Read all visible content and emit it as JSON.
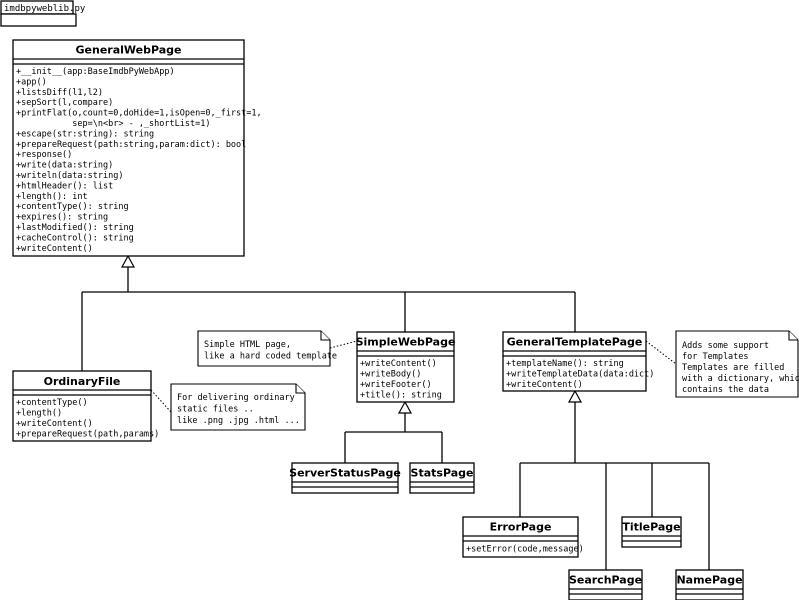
{
  "package": {
    "label": "imdbpyweblib.py"
  },
  "classes": [
    {
      "id": "GeneralWebPage",
      "name": "GeneralWebPage",
      "methods": [
        "+__init__(app:BaseImdbPyWebApp)",
        "+app()",
        "+listsDiff(l1,l2)",
        "+sepSort(l,compare)",
        "+printFlat(o,count=0,doHide=1,isOpen=0,_first=1,",
        "           sep=\\n<br> - ,_shortList=1)",
        "+escape(str:string): string",
        "+prepareRequest(path:string,param:dict): bool",
        "+response()",
        "+write(data:string)",
        "+writeln(data:string)",
        "+htmlHeader(): list",
        "+length(): int",
        "+contentType(): string",
        "+expires(): string",
        "+lastModified(): string",
        "+cacheControl(): string",
        "+writeContent()"
      ]
    },
    {
      "id": "OrdinaryFile",
      "name": "OrdinaryFile",
      "methods": [
        "+contentType()",
        "+length()",
        "+writeContent()",
        "+prepareRequest(path,params)"
      ]
    },
    {
      "id": "SimpleWebPage",
      "name": "SimpleWebPage",
      "methods": [
        "+writeContent()",
        "+writeBody()",
        "+writeFooter()",
        "+title(): string"
      ]
    },
    {
      "id": "GeneralTemplatePage",
      "name": "GeneralTemplatePage",
      "methods": [
        "+templateName(): string",
        "+writeTemplateData(data:dict)",
        "+writeContent()"
      ]
    },
    {
      "id": "ServerStatusPage",
      "name": "ServerStatusPage",
      "methods": []
    },
    {
      "id": "StatsPage",
      "name": "StatsPage",
      "methods": []
    },
    {
      "id": "ErrorPage",
      "name": "ErrorPage",
      "methods": [
        "+setError(code,message)"
      ]
    },
    {
      "id": "TitlePage",
      "name": "TitlePage",
      "methods": []
    },
    {
      "id": "SearchPage",
      "name": "SearchPage",
      "methods": []
    },
    {
      "id": "NamePage",
      "name": "NamePage",
      "methods": []
    }
  ],
  "notes": [
    {
      "id": "note-simple",
      "attached_to": "SimpleWebPage",
      "lines": [
        "Simple HTML page,",
        "like a hard coded template"
      ]
    },
    {
      "id": "note-ordinary",
      "attached_to": "OrdinaryFile",
      "lines": [
        "For delivering ordinary",
        "static files ..",
        "like .png .jpg .html ..."
      ]
    },
    {
      "id": "note-template",
      "attached_to": "GeneralTemplatePage",
      "lines": [
        "Adds some support",
        "for Templates",
        "Templates are filled",
        "with a dictionary, which",
        "contains the data"
      ]
    }
  ],
  "inheritance": [
    {
      "parent": "GeneralWebPage",
      "children": [
        "OrdinaryFile",
        "SimpleWebPage",
        "GeneralTemplatePage"
      ]
    },
    {
      "parent": "SimpleWebPage",
      "children": [
        "ServerStatusPage",
        "StatsPage"
      ]
    },
    {
      "parent": "GeneralTemplatePage",
      "children": [
        "ErrorPage",
        "SearchPage",
        "TitlePage",
        "NamePage"
      ]
    }
  ]
}
